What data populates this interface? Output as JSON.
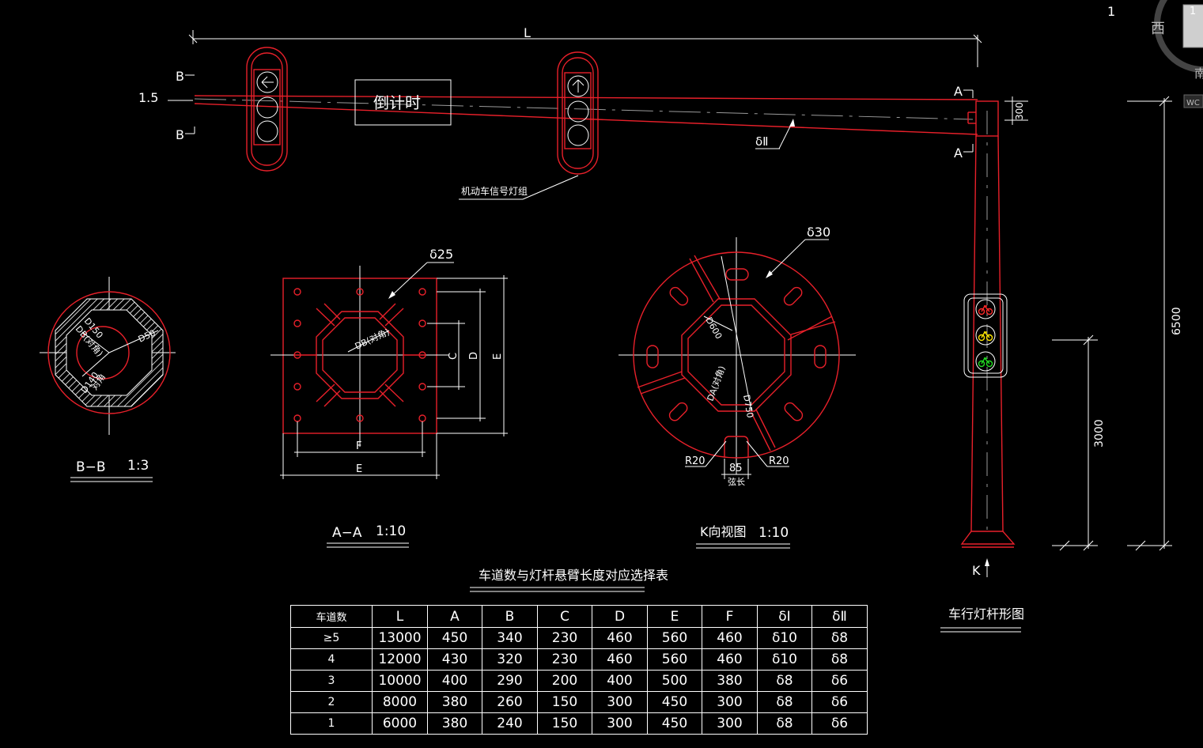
{
  "corner": {
    "num1": "1",
    "num2": "1",
    "compass_w": "西",
    "compass_s": "南",
    "wcs": "WC"
  },
  "elevation": {
    "dim_L": "L",
    "label_B_top": "B",
    "label_B_bottom": "B",
    "slope": "1.5",
    "countdown": "倒计时",
    "label_A_top": "A",
    "label_A_bottom": "A",
    "dim_300": "300",
    "delta_II": "δⅡ",
    "signal_group": "机动车信号灯组",
    "dim_6500": "6500",
    "dim_3000": "3000",
    "label_K": "K",
    "title": "车行灯杆形图"
  },
  "section_bb": {
    "d150": "D150",
    "db_note": "DB(对角)",
    "d50": "D50",
    "d140": "D140",
    "note2": "对角",
    "title": "B−B",
    "scale": "1:3"
  },
  "section_aa": {
    "delta": "δ25",
    "db_note": "DB(对角)",
    "C": "C",
    "D": "D",
    "E_right": "E",
    "F": "F",
    "E_bottom": "E",
    "title": "A−A",
    "scale": "1:10"
  },
  "view_k": {
    "delta": "δ30",
    "d600": "D600",
    "da_note": "DA(对角)",
    "d750": "D750",
    "r20_left": "R20",
    "r20_right": "R20",
    "dim_85": "85",
    "chord": "弦长",
    "title": "K向视图",
    "scale": "1:10"
  },
  "table": {
    "title": "车道数与灯杆悬臂长度对应选择表",
    "headers": [
      "车道数",
      "L",
      "A",
      "B",
      "C",
      "D",
      "E",
      "F",
      "δⅠ",
      "δⅡ"
    ],
    "rows": [
      [
        "≥5",
        "13000",
        "450",
        "340",
        "230",
        "460",
        "560",
        "460",
        "δ10",
        "δ8"
      ],
      [
        "4",
        "12000",
        "430",
        "320",
        "230",
        "460",
        "560",
        "460",
        "δ10",
        "δ8"
      ],
      [
        "3",
        "10000",
        "400",
        "290",
        "200",
        "400",
        "500",
        "380",
        "δ8",
        "δ6"
      ],
      [
        "2",
        "8000",
        "380",
        "260",
        "150",
        "300",
        "450",
        "300",
        "δ8",
        "δ6"
      ],
      [
        "1",
        "6000",
        "380",
        "240",
        "150",
        "300",
        "450",
        "300",
        "δ8",
        "δ6"
      ]
    ]
  },
  "colors": {
    "background": "#000000",
    "line_red": "#e8202a",
    "line_white": "#ffffff",
    "lamp_red": "#ff2a2a",
    "lamp_yellow": "#ffe600",
    "lamp_green": "#22dd22"
  }
}
